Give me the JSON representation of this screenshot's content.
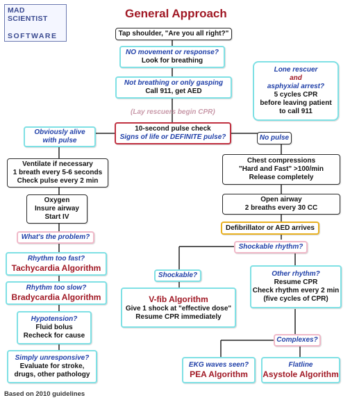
{
  "title": "General Approach",
  "logo": {
    "line1": "MAD SCIENTIST",
    "line2": "SOFTWARE"
  },
  "footer": "Based on 2010 guidelines",
  "lay_rescuers": "(Lay rescuers begin CPR)",
  "nodes": {
    "tap": "Tap shoulder, \"Are you all right?\"",
    "no_movement_q": "NO movement or response?",
    "look_breathing": "Look for breathing",
    "not_breathing_q": "Not breathing or only gasping",
    "call_911": "Call 911, get AED",
    "lone_q1": "Lone rescuer",
    "lone_q2": "and",
    "lone_q3": "asphyxial arrest?",
    "lone_a1": "5 cycles CPR",
    "lone_a2": "before leaving patient",
    "lone_a3": "to call 911",
    "pulse_check1": "10-second pulse check",
    "pulse_check2": "Signs of life or DEFINITE pulse?",
    "alive_q1": "Obviously alive",
    "alive_q2": "with pulse",
    "no_pulse_q": "No pulse",
    "ventilate1": "Ventilate if necessary",
    "ventilate2": "1 breath every 5-6 seconds",
    "ventilate3": "Check pulse every 2 min",
    "compress1": "Chest compressions",
    "compress2": "\"Hard and Fast\" >100/min",
    "compress3": "Release completely",
    "oxygen1": "Oxygen",
    "oxygen2": "Insure airway",
    "oxygen3": "Start IV",
    "airway1": "Open airway",
    "airway2": "2 breaths every 30 CC",
    "defib": "Defibrillator or AED arrives",
    "problem_q": "What's the problem?",
    "shockable_rhythm_q": "Shockable rhythm?",
    "fast_q": "Rhythm too fast?",
    "fast_alg": "Tachycardia Algorithm",
    "slow_q": "Rhythm too slow?",
    "slow_alg": "Bradycardia Algorithm",
    "shockable_q": "Shockable?",
    "other_q": "Other rhythm?",
    "resume1": "Resume CPR",
    "resume2": "Check rhythm every 2 min",
    "resume3": "(five cycles of CPR)",
    "vfib_alg": "V-fib Algorithm",
    "vfib1": "Give 1 shock at \"effective dose\"",
    "vfib2": "Resume CPR immediately",
    "hypo_q": "Hypotension?",
    "hypo1": "Fluid bolus",
    "hypo2": "Recheck for cause",
    "complexes_q": "Complexes?",
    "unresp_q": "Simply unresponsive?",
    "unresp1": "Evaluate for stroke,",
    "unresp2": "drugs, other pathology",
    "ekg_q": "EKG waves seen?",
    "pea_alg": "PEA Algorithm",
    "flatline_q": "Flatline",
    "asystole_alg": "Asystole Algorithm"
  },
  "colors": {
    "title_red": "#a01824",
    "question_blue": "#1f3fa8",
    "cyan_border": "#7ee0e4",
    "pink_border": "#f0b8c8",
    "yellow_border": "#e8b020"
  }
}
